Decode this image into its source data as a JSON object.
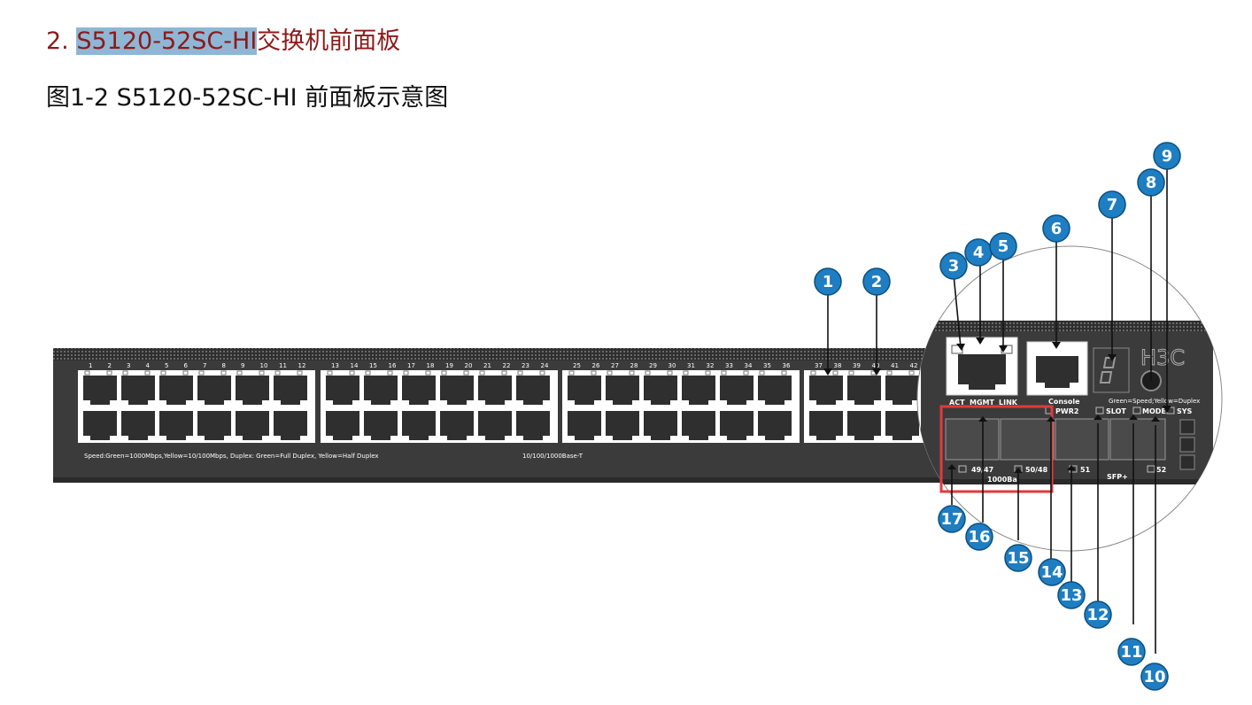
{
  "heading": {
    "prefix": "2. ",
    "model": "S5120-52SC-HI",
    "suffix": "交换机前面板"
  },
  "figure_caption": "图1-2  S5120-52SC-HI 前面板示意图",
  "panel": {
    "port_numbers_top": [
      "1",
      "2",
      "3",
      "4",
      "5",
      "6",
      "7",
      "8",
      "9",
      "10",
      "11",
      "12",
      "13",
      "14",
      "15",
      "16",
      "17",
      "18",
      "19",
      "20",
      "21",
      "22",
      "23",
      "24",
      "25",
      "26",
      "27",
      "28",
      "29",
      "30",
      "31",
      "32",
      "33",
      "34",
      "35",
      "36",
      "37",
      "38",
      "39",
      "40",
      "41",
      "42"
    ],
    "legend_left": "Speed:Green=1000Mbps,Yellow=10/100Mbps,    Duplex: Green=Full Duplex, Yellow=Half Duplex",
    "legend_mid": "10/100/1000Base-T",
    "mgmt_labels": [
      "ACT",
      "MGMT",
      "LINK"
    ],
    "console_label": "Console",
    "pwr_label": "PWR2",
    "slot_label": "SLOT",
    "mode_label": "Green=Speed;Yellow=Duplex",
    "mode_text": "MODE",
    "sys_label": "SYS",
    "sfp_labels": [
      "49/47",
      "1000Ba",
      "50/48",
      "51",
      "52"
    ],
    "sfp_text": "SFP+",
    "logo": "H3C"
  },
  "callouts": [
    "1",
    "2",
    "3",
    "4",
    "5",
    "6",
    "7",
    "8",
    "9",
    "10",
    "11",
    "12",
    "13",
    "14",
    "15",
    "16",
    "17"
  ],
  "colors": {
    "callout_fill": "#1f7ec2",
    "panel": "#3b3b3b",
    "highlight_box": "#e23a3a"
  }
}
